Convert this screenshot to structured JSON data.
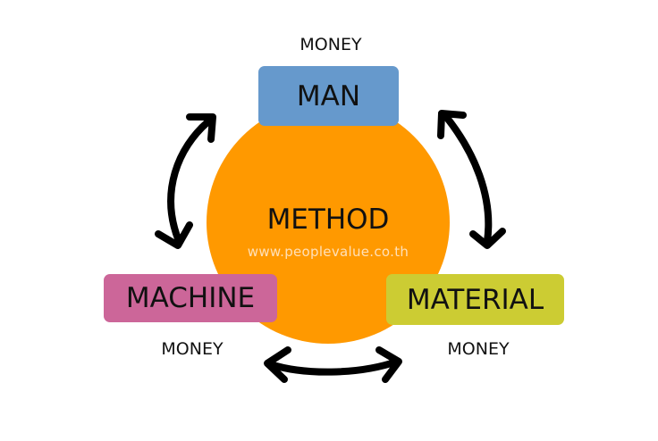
{
  "diagram": {
    "center": {
      "label": "METHOD",
      "watermark": "www.peoplevalue.co.th"
    },
    "nodes": {
      "man": {
        "label": "MAN",
        "money_label": "MONEY"
      },
      "machine": {
        "label": "MACHINE",
        "money_label": "MONEY"
      },
      "material": {
        "label": "MATERIAL",
        "money_label": "MONEY"
      }
    },
    "arrows": [
      {
        "from": "man",
        "to": "machine",
        "direction": "bidirectional"
      },
      {
        "from": "man",
        "to": "material",
        "direction": "bidirectional"
      },
      {
        "from": "machine",
        "to": "material",
        "direction": "bidirectional"
      }
    ]
  },
  "colors": {
    "circle": "#FF9900",
    "man_box": "#6699CC",
    "machine_box": "#CC6699",
    "material_box": "#CCCC33",
    "watermark": "#FFE0B8",
    "arrow": "#000000"
  }
}
